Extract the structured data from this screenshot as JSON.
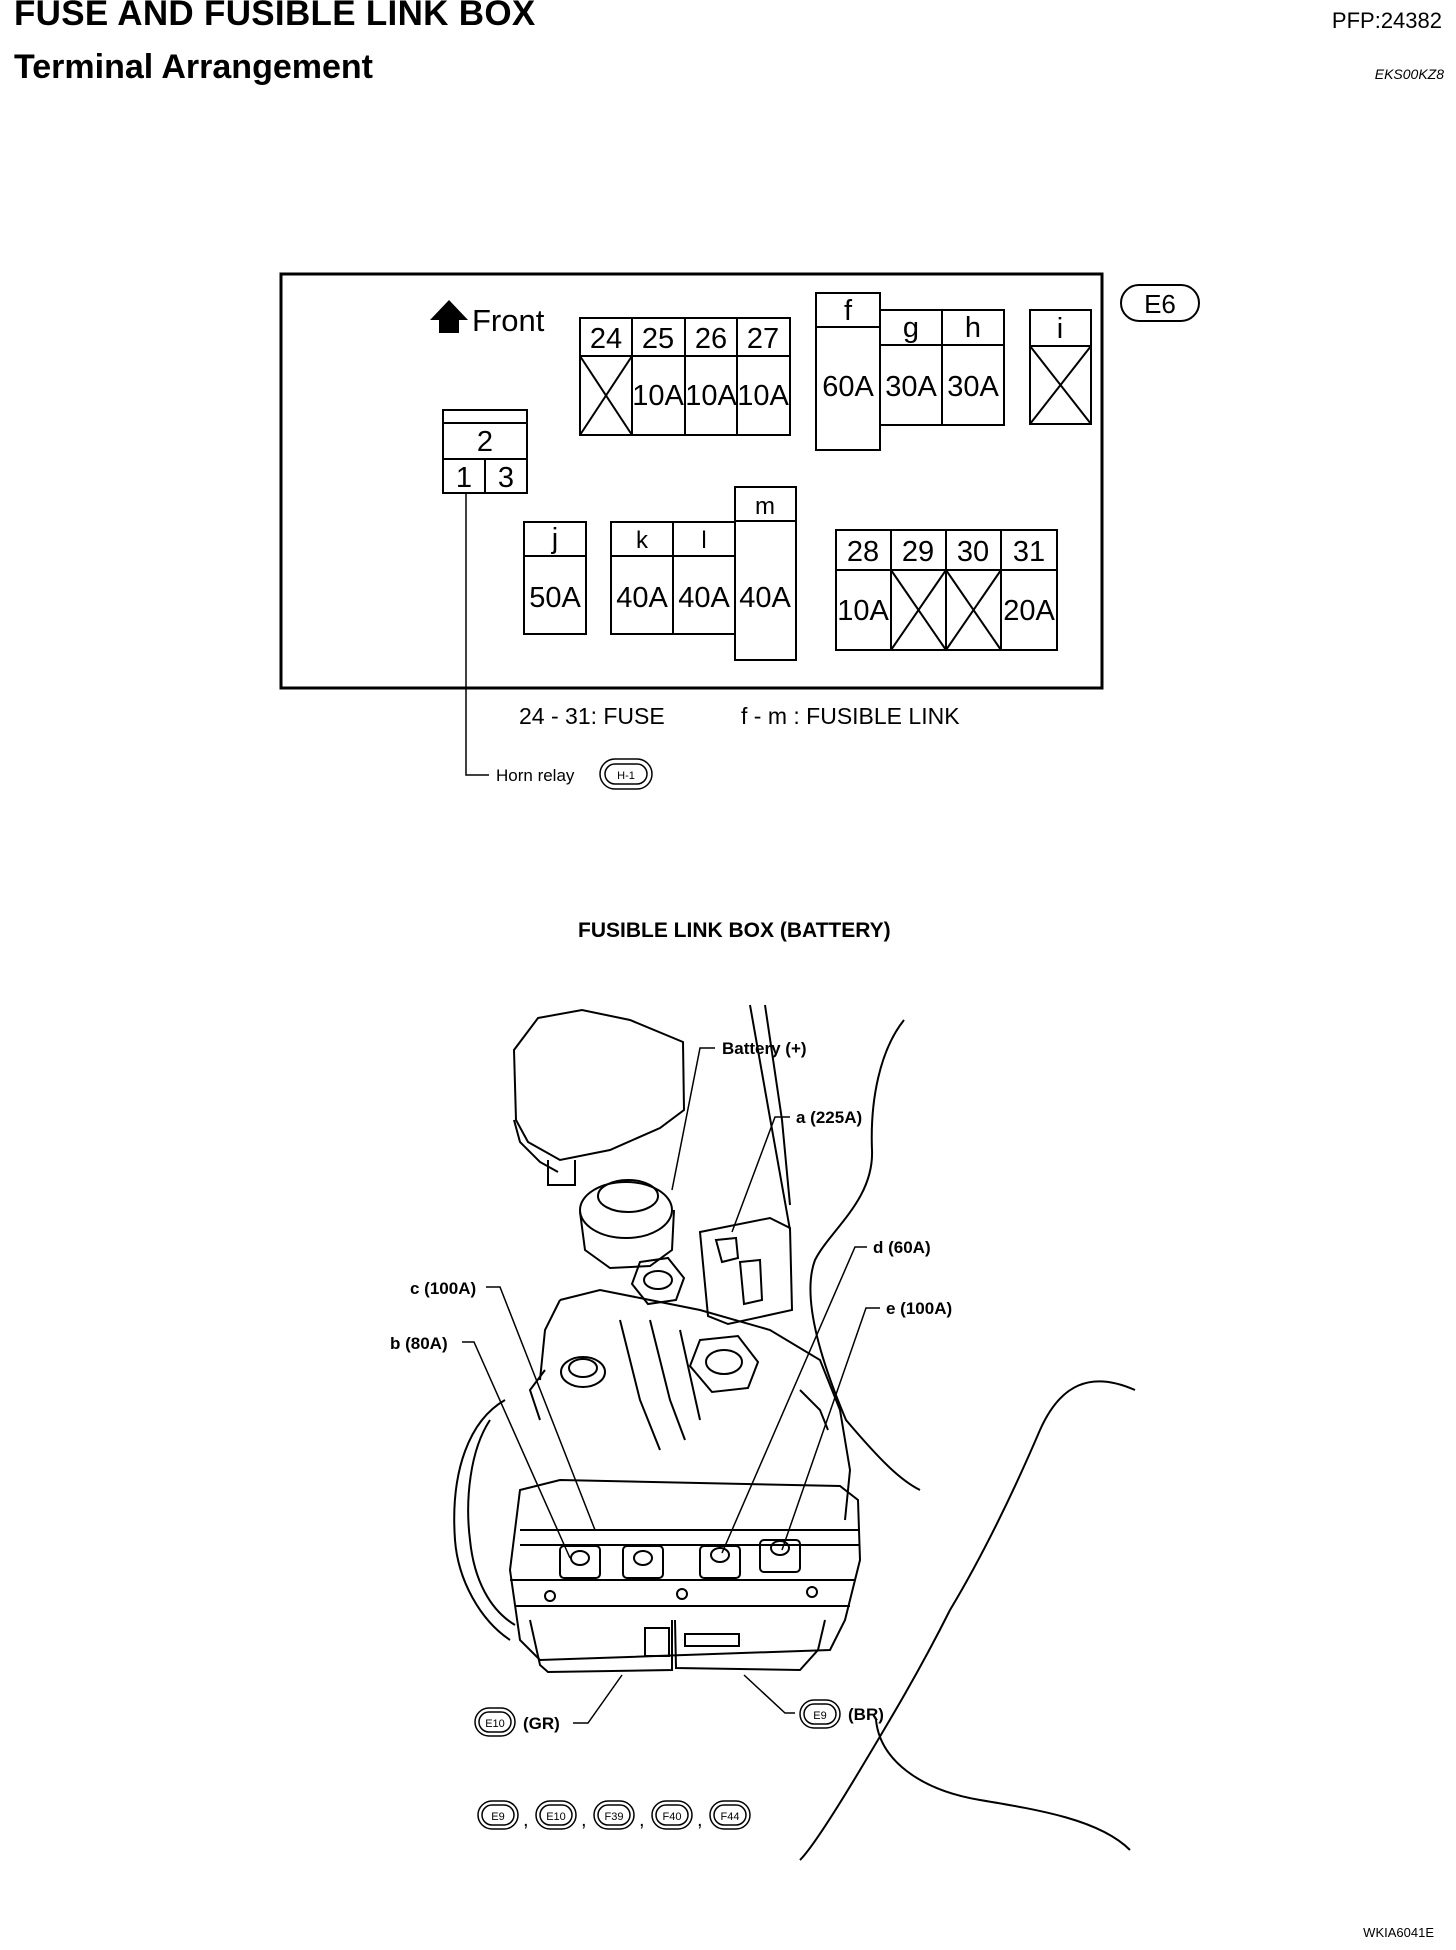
{
  "header": {
    "title": "FUSE AND FUSIBLE LINK BOX",
    "subtitle": "Terminal Arrangement",
    "pfp_code": "PFP:24382",
    "section_code": "EKS00KZ8"
  },
  "terminal_diagram": {
    "front_label": "Front",
    "connector_badge": "E6",
    "fuses_top": [
      {
        "num": "24",
        "rating": ""
      },
      {
        "num": "25",
        "rating": "10A"
      },
      {
        "num": "26",
        "rating": "10A"
      },
      {
        "num": "27",
        "rating": "10A"
      }
    ],
    "links_top": [
      {
        "id": "f",
        "rating": "60A"
      },
      {
        "id": "g",
        "rating": "30A"
      },
      {
        "id": "h",
        "rating": "30A"
      }
    ],
    "link_i": {
      "id": "i",
      "rating": ""
    },
    "relay": {
      "top": "2",
      "left": "1",
      "right": "3"
    },
    "link_j": {
      "id": "j",
      "rating": "50A"
    },
    "links_kl": [
      {
        "id": "k",
        "rating": "40A"
      },
      {
        "id": "l",
        "rating": "40A"
      }
    ],
    "link_m": {
      "id": "m",
      "rating": "40A"
    },
    "fuses_bottom": [
      {
        "num": "28",
        "rating": "10A"
      },
      {
        "num": "29",
        "rating": ""
      },
      {
        "num": "30",
        "rating": ""
      },
      {
        "num": "31",
        "rating": "20A"
      }
    ],
    "legend_fuse": "24 - 31: FUSE",
    "legend_link": "f - m : FUSIBLE LINK",
    "horn_relay_label": "Horn relay",
    "horn_relay_badge": "H-1"
  },
  "battery_box": {
    "title": "FUSIBLE LINK BOX (BATTERY)",
    "labels": {
      "battery": "Battery (+)",
      "a": "a (225A)",
      "c": "c (100A)",
      "b": "b (80A)",
      "d": "d (60A)",
      "e": "e (100A)"
    },
    "connector_e10": {
      "badge": "E10",
      "color": "(GR)"
    },
    "connector_e9": {
      "badge": "E9",
      "color": "(BR)"
    },
    "footer_badges": [
      "E9",
      "E10",
      "F39",
      "F40",
      "F44"
    ],
    "footer_separator": ","
  },
  "figure_code": "WKIA6041E"
}
